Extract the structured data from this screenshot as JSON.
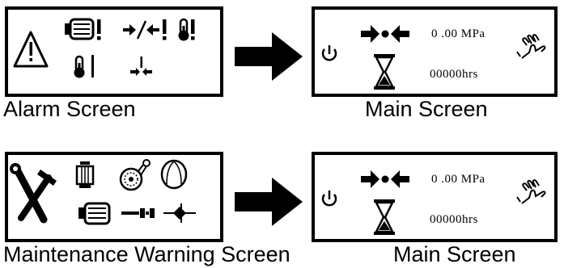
{
  "rows": [
    {
      "left": {
        "caption": "Alarm Screen",
        "icons": [
          "warning-triangle-icon",
          "motor-alarm-icon",
          "pressure-alarm-icon",
          "temperature-alarm-icon",
          "temperature-low-icon",
          "pressure-low-icon"
        ]
      },
      "right": {
        "caption": "Main Screen",
        "pressure": "0 .00 MPa",
        "hours": "00000hrs",
        "icons": [
          "power-icon",
          "compression-icon",
          "hourglass-icon",
          "hand-icon"
        ]
      }
    },
    {
      "left": {
        "caption": "Maintenance Warning Screen",
        "icons": [
          "tools-icon",
          "oil-filter-icon",
          "belt-icon",
          "separator-icon",
          "motor-icon",
          "air-filter-icon",
          "check-valve-icon"
        ]
      },
      "right": {
        "caption": "Main Screen",
        "pressure": "0 .00 MPa",
        "hours": "00000hrs",
        "icons": [
          "power-icon",
          "compression-icon",
          "hourglass-icon",
          "hand-icon"
        ]
      }
    }
  ]
}
